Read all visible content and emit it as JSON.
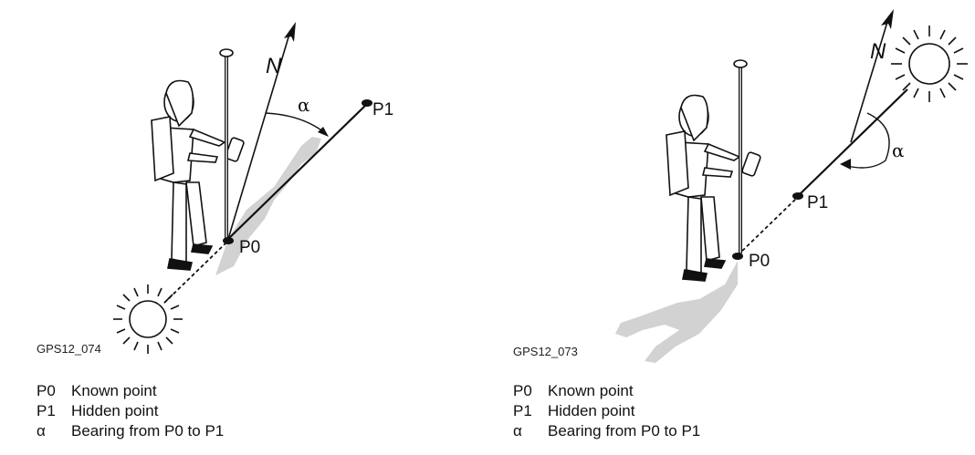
{
  "left": {
    "figure_code": "GPS12_074",
    "labels": {
      "north": "N",
      "angle": "α",
      "p0": "P0",
      "p1": "P1"
    },
    "legend": [
      {
        "key": "P0",
        "text": "Known point"
      },
      {
        "key": "P1",
        "text": "Hidden point"
      },
      {
        "key": "α",
        "text": "Bearing from P0 to P1"
      }
    ]
  },
  "right": {
    "figure_code": "GPS12_073",
    "labels": {
      "north": "N",
      "angle": "α",
      "p0": "P0",
      "p1": "P1"
    },
    "legend": [
      {
        "key": "P0",
        "text": "Known point"
      },
      {
        "key": "P1",
        "text": "Hidden point"
      },
      {
        "key": "α",
        "text": "Bearing from P0 to P1"
      }
    ]
  }
}
